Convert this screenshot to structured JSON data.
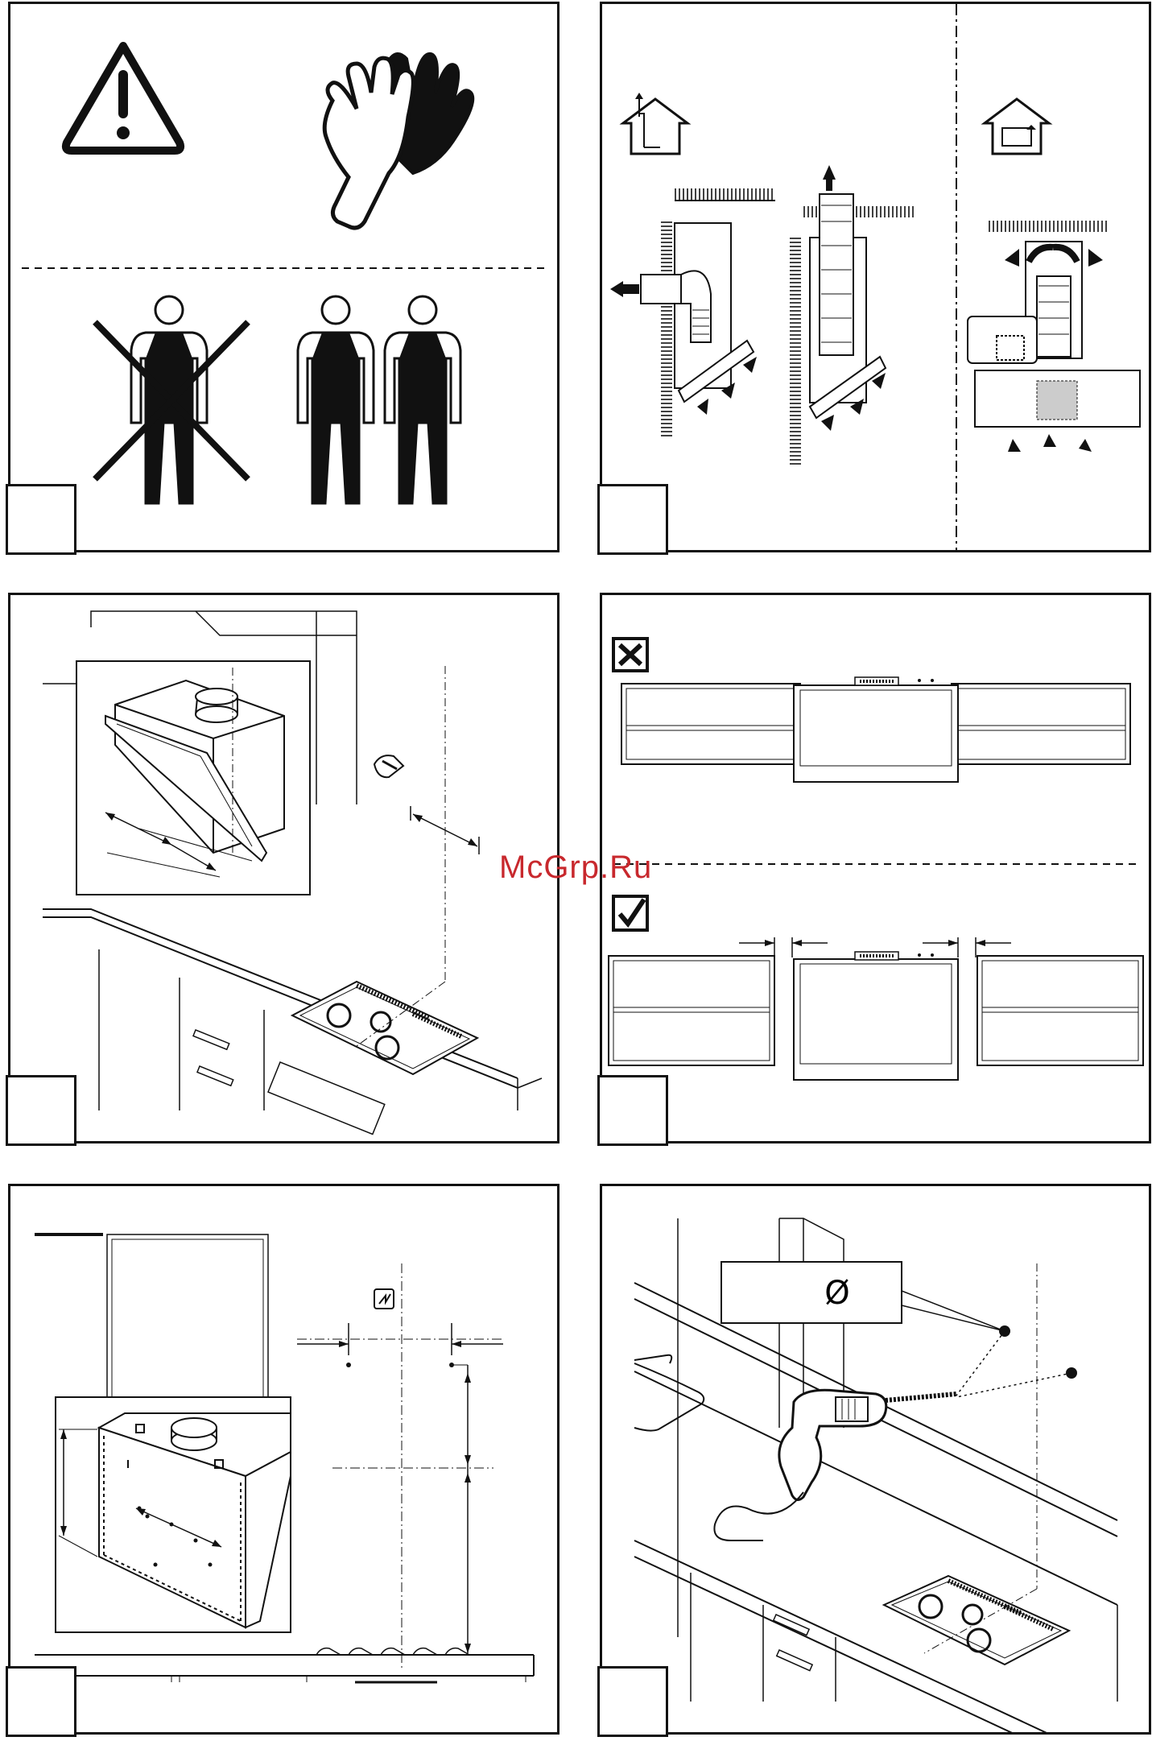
{
  "panels": [
    {
      "id": "safety",
      "step": ""
    },
    {
      "id": "venting-modes",
      "step": ""
    },
    {
      "id": "positioning",
      "step": ""
    },
    {
      "id": "cabinet-alignment",
      "step": ""
    },
    {
      "id": "dimensions",
      "step": ""
    },
    {
      "id": "drilling",
      "step": ""
    }
  ],
  "watermark": {
    "text": "McGrp.Ru",
    "color": "#c8282d"
  },
  "icons": [
    "warning-icon",
    "gloves-icon",
    "two-person-icon",
    "ducted-icon",
    "recirculation-icon",
    "cross-box-icon",
    "check-box-icon",
    "electric-icon",
    "diameter-icon",
    "drill-icon"
  ],
  "diameter_symbol": "Ø"
}
